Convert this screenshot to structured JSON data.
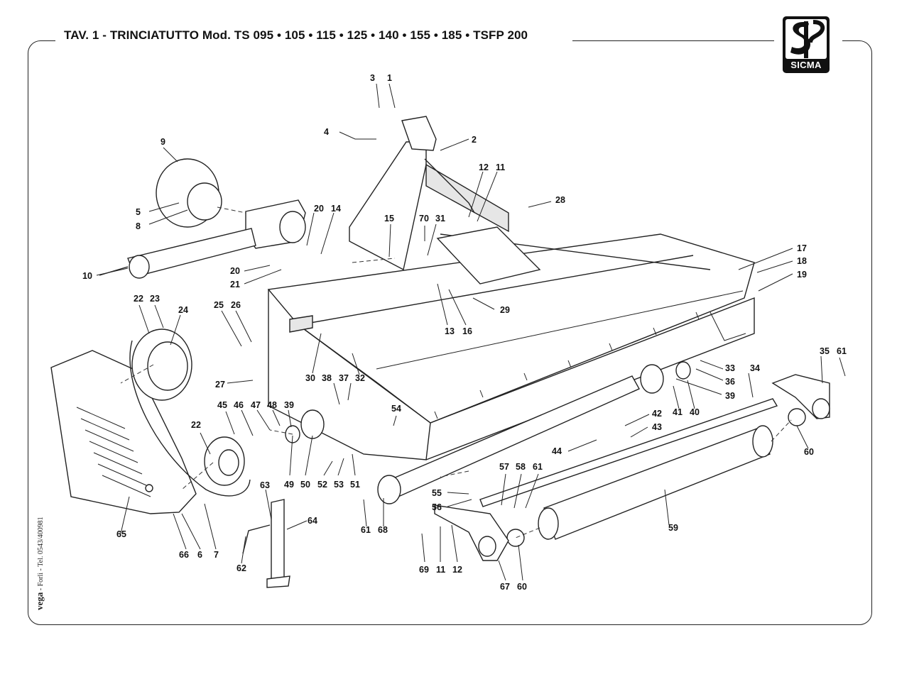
{
  "header": {
    "title": "TAV. 1  -  TRINCIATUTTO Mod. TS 095 • 105 • 115 • 125 • 140 • 155 • 185 • TSFP 200"
  },
  "logo": {
    "text": "SICMA",
    "icon": "sicma-logo-icon"
  },
  "side_note": {
    "brand": "vega",
    "text": " - Forlì - Tel. 0543/400981"
  },
  "part_labels": [
    "3",
    "1",
    "4",
    "2",
    "9",
    "12",
    "11",
    "28",
    "5",
    "8",
    "20",
    "14",
    "15",
    "70",
    "31",
    "17",
    "18",
    "19",
    "10",
    "20",
    "21",
    "29",
    "13",
    "16",
    "22",
    "23",
    "24",
    "25",
    "26",
    "27",
    "30",
    "38",
    "37",
    "32",
    "33",
    "34",
    "35",
    "61",
    "36",
    "39",
    "41",
    "40",
    "42",
    "43",
    "44",
    "45",
    "46",
    "47",
    "48",
    "39",
    "22",
    "54",
    "49",
    "50",
    "52",
    "53",
    "51",
    "60",
    "57",
    "58",
    "61",
    "55",
    "56",
    "63",
    "64",
    "59",
    "65",
    "66",
    "6",
    "7",
    "62",
    "61",
    "68",
    "69",
    "11",
    "12",
    "67",
    "60"
  ]
}
